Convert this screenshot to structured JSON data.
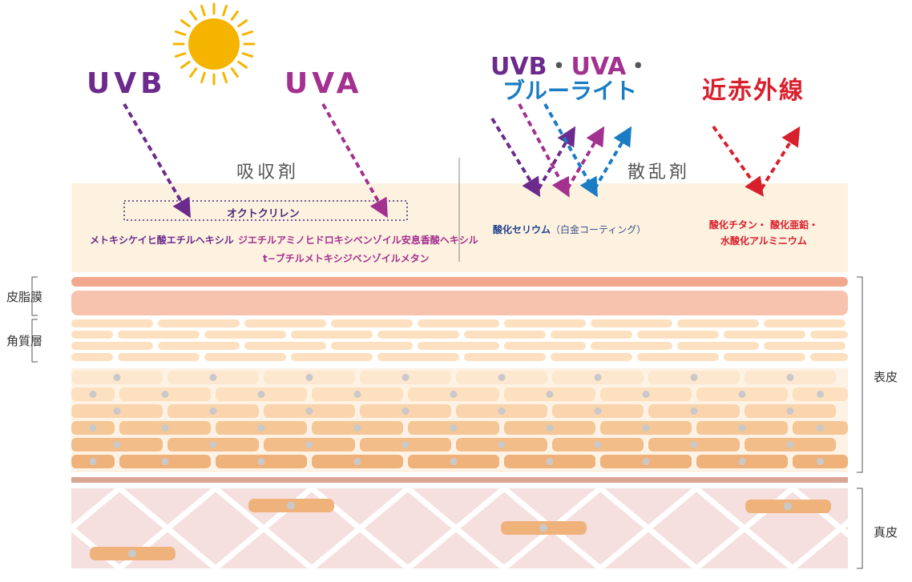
{
  "labels": {
    "uvb": "UVB",
    "uva": "UVA",
    "scatter_title_line1_uvb": "UVB",
    "scatter_title_dot1": "・",
    "scatter_title_line1_uva": "UVA",
    "scatter_title_dot2": "・",
    "scatter_title_line2": "ブルーライト",
    "near_infrared": "近赤外線"
  },
  "sections": {
    "absorber": "吸収剤",
    "scatterer": "散乱剤"
  },
  "absorber_agents": {
    "boxed": "オクトクリレン",
    "uvb_agent": "メトキシケイヒ酸エチルヘキシル",
    "uva_agent_1": "ジエチルアミノヒドロキシベンゾイル安息香酸ヘキシル",
    "uva_agent_2": "t−ブチルメトキシジベンゾイルメタン"
  },
  "scatter_agents": {
    "cerium_main": "酸化セリウム",
    "cerium_note": "（白金コーティング）",
    "red_line1": "酸化チタン・ 酸化亜鉛・",
    "red_line2": "水酸化アルミニウム"
  },
  "skin_layers": {
    "sebum": "皮脂膜",
    "stratum_corneum": "角質層",
    "epidermis": "表皮",
    "dermis": "真皮"
  },
  "colors": {
    "uvb": "#6b2a8c",
    "uva": "#a3318f",
    "blue_light": "#1a7cc4",
    "infrared": "#d8202d",
    "cream": "#fdf2e0",
    "dermis": "#f6dfdf"
  }
}
